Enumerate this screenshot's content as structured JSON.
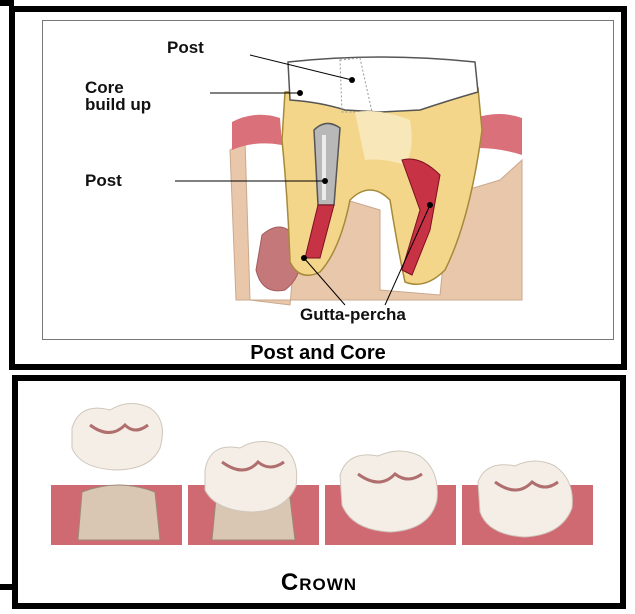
{
  "top_panel": {
    "caption": "Post and Core",
    "labels": {
      "post_top": "Post",
      "core_line1": "Core",
      "core_line2": "build up",
      "post_side": "Post",
      "gutta": "Gutta-percha"
    }
  },
  "bottom_panel": {
    "caption": "Crown"
  },
  "colors": {
    "gum": "#d9707a",
    "bone": "#e9c7ab",
    "dentin": "#f3d68a",
    "root_canal": "#c83245",
    "post_metal": "#b8b8b8",
    "crown_enamel": "#f4eee6"
  }
}
